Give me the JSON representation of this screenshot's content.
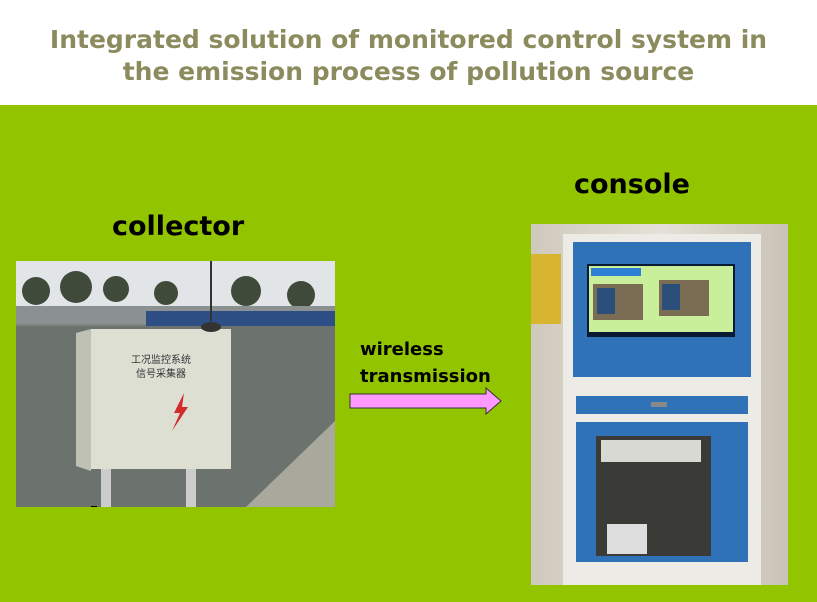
{
  "title": {
    "line1": "Integrated solution of monitored control system in",
    "line2": "the emission process of pollution source"
  },
  "collector": {
    "label": "collector",
    "box_text_line1": "工况监控系统",
    "box_text_line2": "信号采集器"
  },
  "console": {
    "label": "console"
  },
  "arrow": {
    "line1": "wireless",
    "line2": "transmission"
  },
  "colors": {
    "background": "#92c500",
    "title": "#8b8b5e",
    "arrow": "#ff99ff"
  }
}
